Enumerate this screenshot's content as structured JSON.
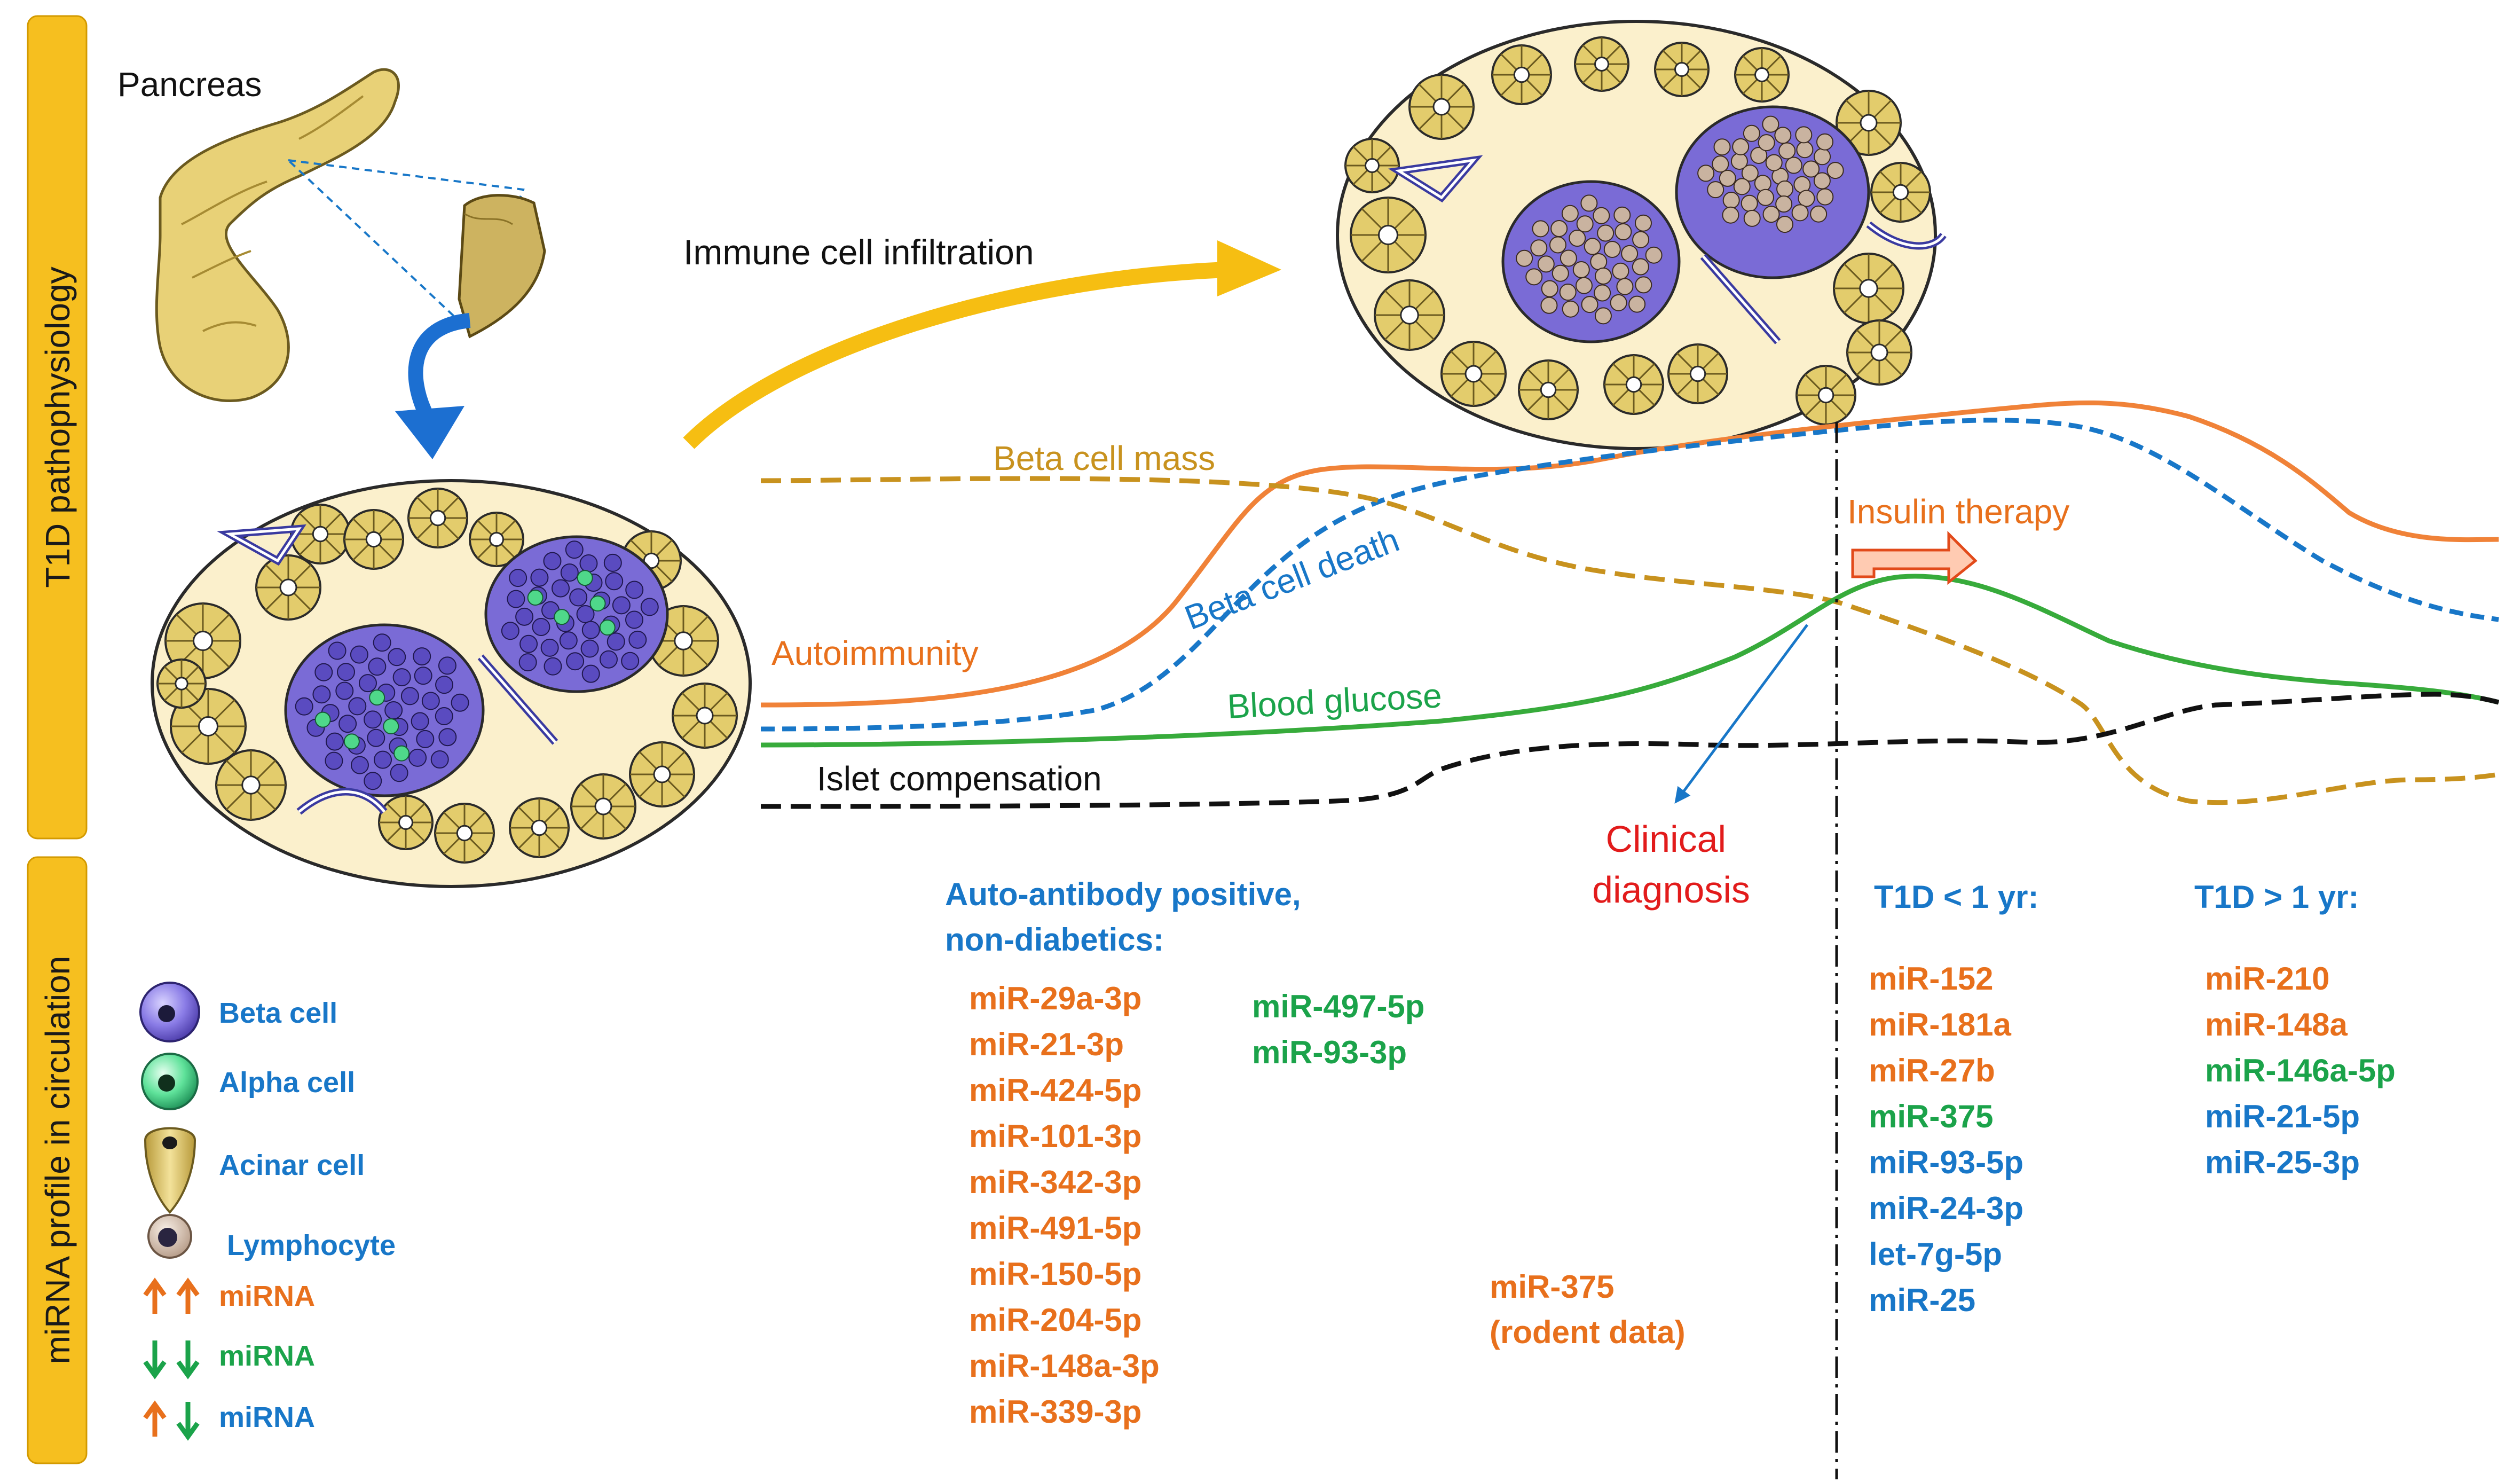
{
  "sidebar": {
    "top_label": "T1D pathophysiology",
    "bottom_label": "miRNA profile in circulation"
  },
  "illustration": {
    "pancreas_label": "Pancreas",
    "arrow_label": "Immune cell infiltration"
  },
  "curves": {
    "beta_cell_mass": "Beta cell mass",
    "beta_cell_death": "Beta cell death",
    "autoimmunity": "Autoimmunity",
    "blood_glucose": "Blood glucose",
    "islet_compensation": "Islet compensation",
    "insulin_therapy": "Insulin therapy",
    "clinical_diagnosis_line1": "Clinical",
    "clinical_diagnosis_line2": "diagnosis"
  },
  "legend": {
    "beta_cell": "Beta cell",
    "alpha_cell": "Alpha cell",
    "acinar_cell": "Acinar cell",
    "lymphocyte": "Lymphocyte",
    "up_up": "miRNA",
    "down_down": "miRNA",
    "up_down": "miRNA"
  },
  "groups": {
    "autoantibody": {
      "heading_line1": "Auto-antibody positive,",
      "heading_line2": "non-diabetics:",
      "orange_list": [
        "miR-29a-3p",
        "miR-21-3p",
        "miR-424-5p",
        "miR-101-3p",
        "miR-342-3p",
        "miR-491-5p",
        "miR-150-5p",
        "miR-204-5p",
        "miR-148a-3p",
        "miR-339-3p"
      ],
      "green_list": [
        "miR-497-5p",
        "miR-93-3p"
      ]
    },
    "rodent": {
      "line1": "miR-375",
      "line2": "(rodent data)"
    },
    "t1d_lt_1yr": {
      "heading": "T1D < 1 yr:",
      "items": [
        {
          "text": "miR-152",
          "color": "#e8701c"
        },
        {
          "text": "miR-181a",
          "color": "#e8701c"
        },
        {
          "text": "miR-27b",
          "color": "#e8701c"
        },
        {
          "text": "miR-375",
          "color": "#1ba34a"
        },
        {
          "text": "miR-93-5p",
          "color": "#1877c8"
        },
        {
          "text": "miR-24-3p",
          "color": "#1877c8"
        },
        {
          "text": "let-7g-5p",
          "color": "#1877c8"
        },
        {
          "text": "miR-25",
          "color": "#1877c8"
        }
      ]
    },
    "t1d_gt_1yr": {
      "heading": "T1D > 1 yr:",
      "items": [
        {
          "text": "miR-210",
          "color": "#e8701c"
        },
        {
          "text": "miR-148a",
          "color": "#e8701c"
        },
        {
          "text": "miR-146a-5p",
          "color": "#1ba34a"
        },
        {
          "text": "miR-21-5p",
          "color": "#1877c8"
        },
        {
          "text": "miR-25-3p",
          "color": "#1877c8"
        }
      ]
    }
  },
  "colors": {
    "orange": "#e8701c",
    "green": "#1ba34a",
    "blue": "#1877c8",
    "gold": "#c8921e",
    "red": "#e21b1b",
    "sidebar": "#f6bf1f"
  }
}
